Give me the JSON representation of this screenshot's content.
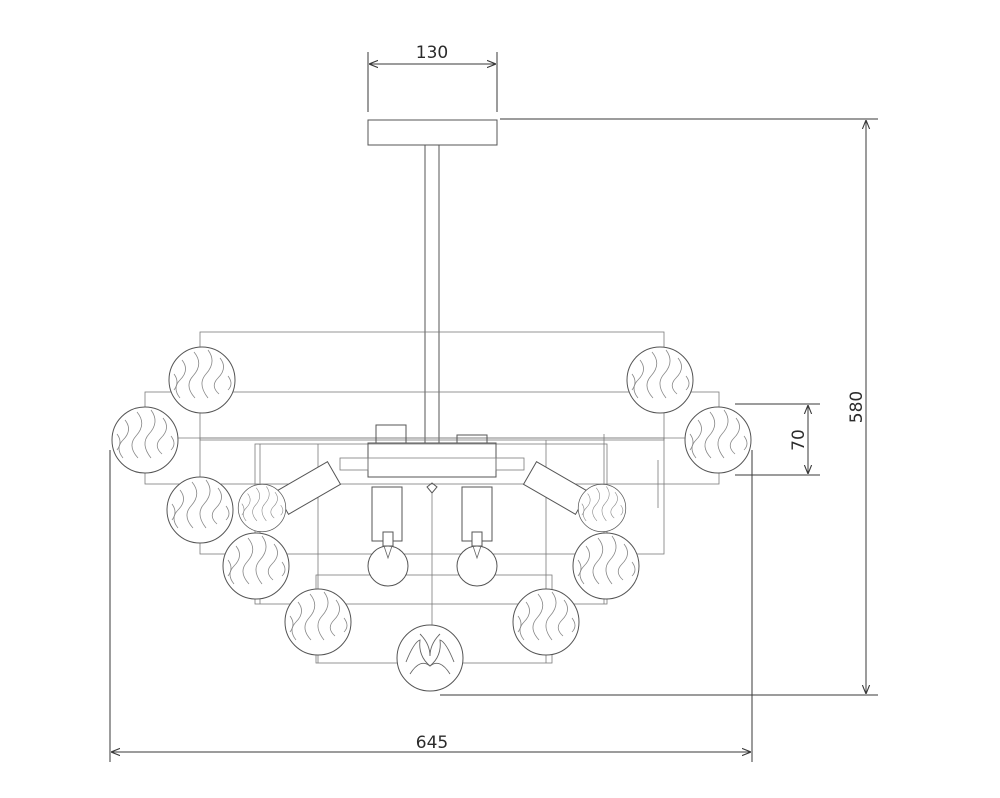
{
  "drawing": {
    "dimensions": {
      "canopy_width": "130",
      "total_height": "580",
      "globe_height": "70",
      "total_width": "645"
    },
    "colors": {
      "line": "#555555",
      "dimension": "#3a3a3a",
      "background": "#ffffff"
    }
  }
}
